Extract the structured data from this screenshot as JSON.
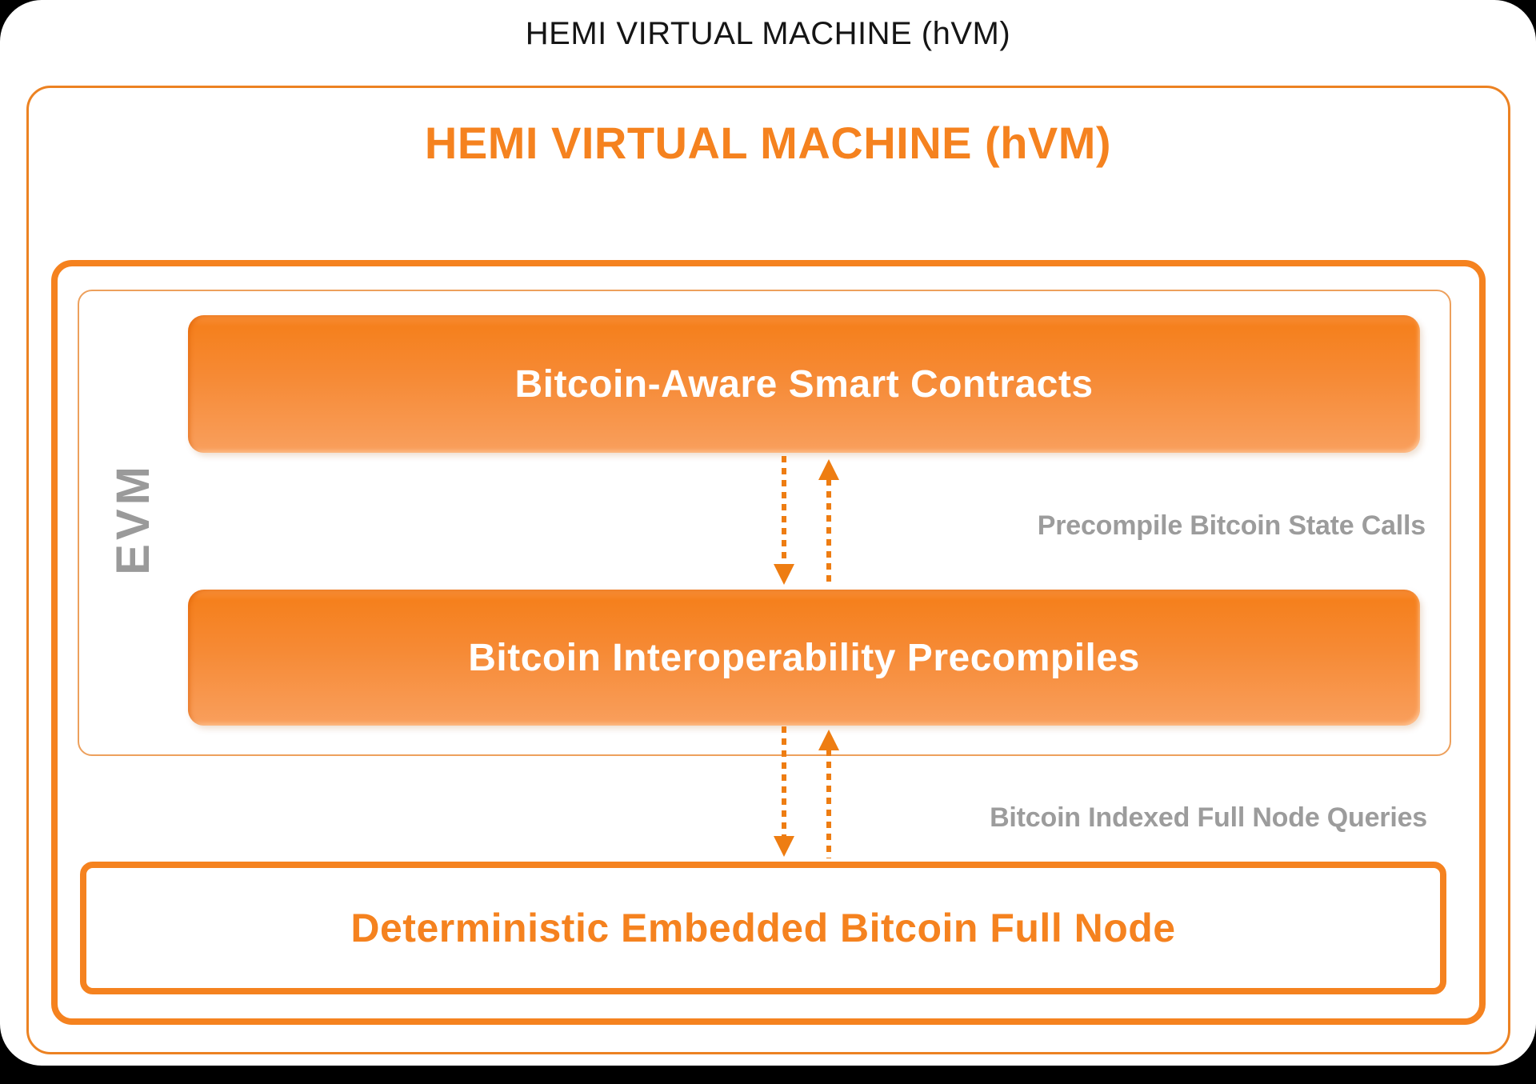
{
  "title": "HEMI VIRTUAL MACHINE (hVM)",
  "diagram": {
    "heading": "HEMI VIRTUAL MACHINE (hVM)",
    "evm_label": "EVM",
    "boxes": {
      "smart_contracts": "Bitcoin-Aware Smart Contracts",
      "precompiles": "Bitcoin Interoperability Precompiles",
      "full_node": "Deterministic Embedded Bitcoin Full Node"
    },
    "connection_labels": {
      "state_calls": "Precompile Bitcoin State Calls",
      "node_queries": "Bitcoin Indexed Full Node Queries"
    },
    "colors": {
      "accent_orange": "#F5821F",
      "box_gradient_top": "#F5801D",
      "box_gradient_bottom": "#F99F5D",
      "arrow_orange": "#EE7D12",
      "label_gray": "#9C9C9C",
      "title_black": "#151515",
      "background_black": "#000000",
      "card_white": "#FFFFFF"
    }
  }
}
